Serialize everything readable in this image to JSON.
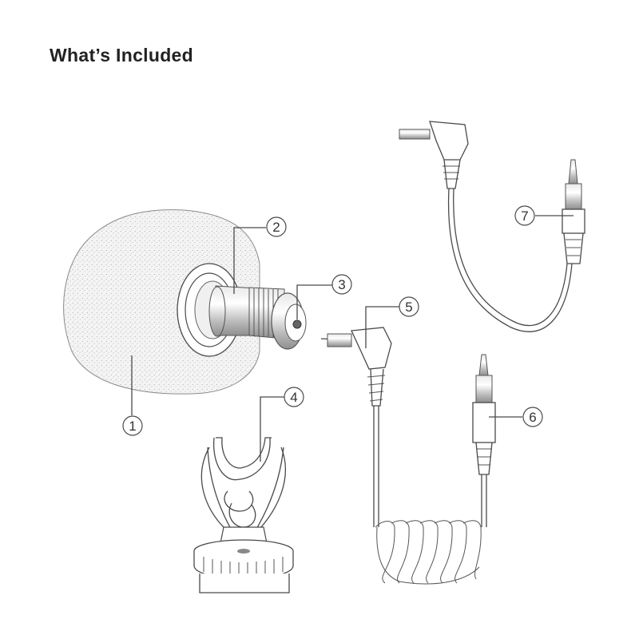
{
  "title": "What’s Included",
  "callouts": [
    {
      "number": "1",
      "item": "foam-windscreen"
    },
    {
      "number": "2",
      "item": "microphone-body"
    },
    {
      "number": "3",
      "item": "output-jack"
    },
    {
      "number": "4",
      "item": "shock-mount-with-cold-shoe"
    },
    {
      "number": "5",
      "item": "coiled-trrs-cable"
    },
    {
      "number": "6",
      "item": "straight-plug"
    },
    {
      "number": "7",
      "item": "right-angle-trs-cable"
    }
  ],
  "colors": {
    "line": "#4a4a4a",
    "text": "#222222",
    "foam": "#f2f2f2"
  }
}
